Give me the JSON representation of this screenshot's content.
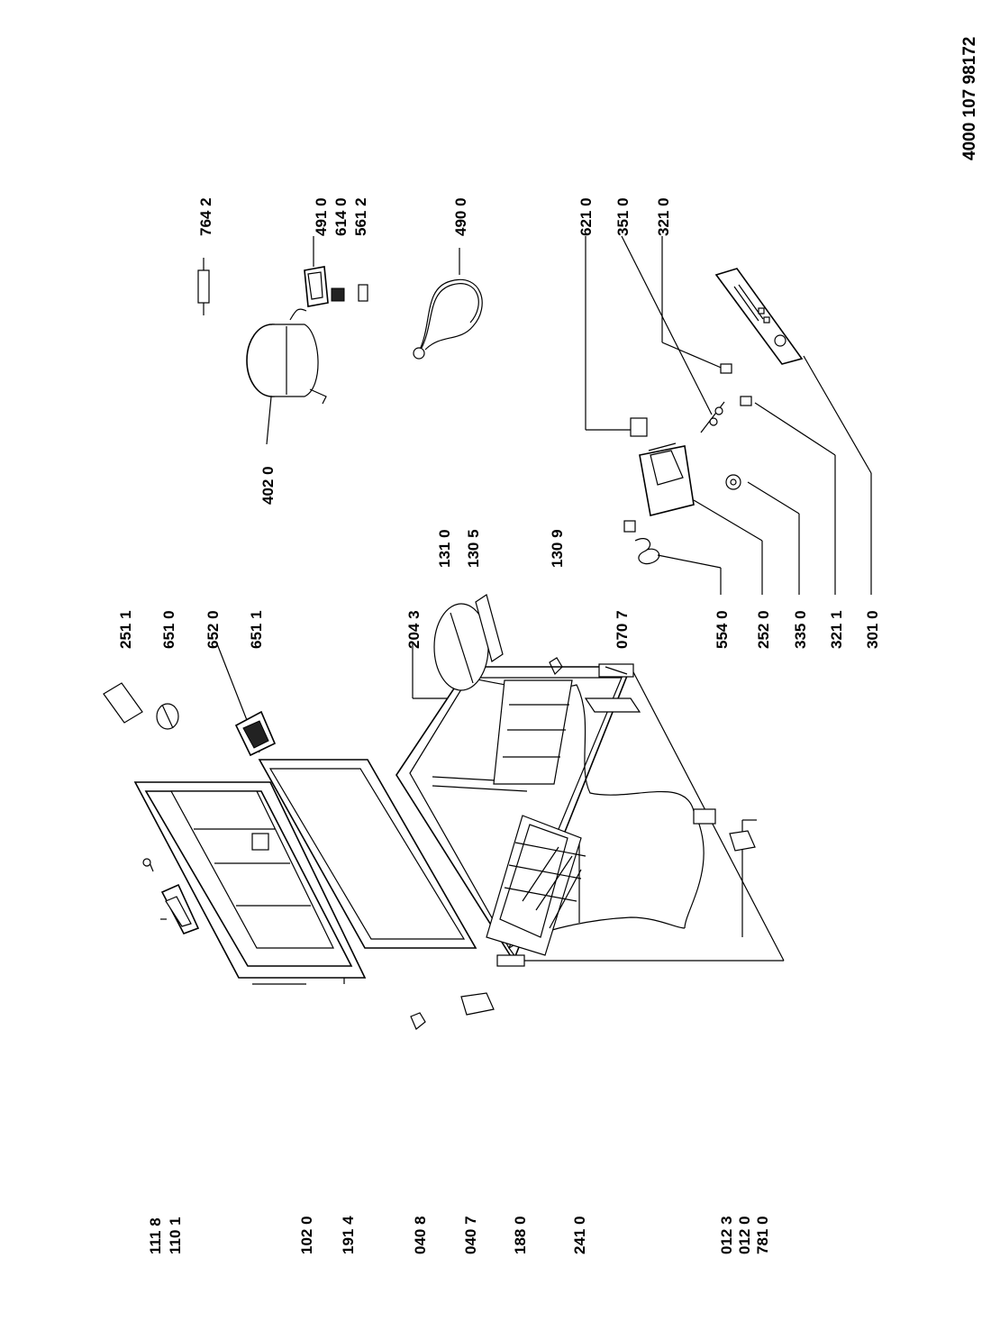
{
  "document_code": "4000 107 98172",
  "labels": {
    "l1118": "111 8",
    "l1101": "110 1",
    "l1020": "102 0",
    "l1914": "191 4",
    "l0408": "040 8",
    "l0407": "040 7",
    "l1880": "188 0",
    "l2410": "241 0",
    "l0123": "012 3",
    "l0120": "012 0",
    "l7810": "781 0",
    "l2511": "251 1",
    "l6510": "651 0",
    "l6520": "652 0",
    "l6511": "651 1",
    "l2043": "204 3",
    "l1310": "131 0",
    "l1305": "130 5",
    "l1309": "130 9",
    "l0707": "070 7",
    "l4020": "402 0",
    "l7642": "764 2",
    "l4910": "491 0",
    "l6140": "614 0",
    "l5612": "561 2",
    "l4900": "490 0",
    "l6210": "621 0",
    "l3510": "351 0",
    "l3210": "321 0",
    "l5540": "554 0",
    "l2520": "252 0",
    "l3350": "335 0",
    "l3211": "321 1",
    "l3010": "301 0"
  }
}
